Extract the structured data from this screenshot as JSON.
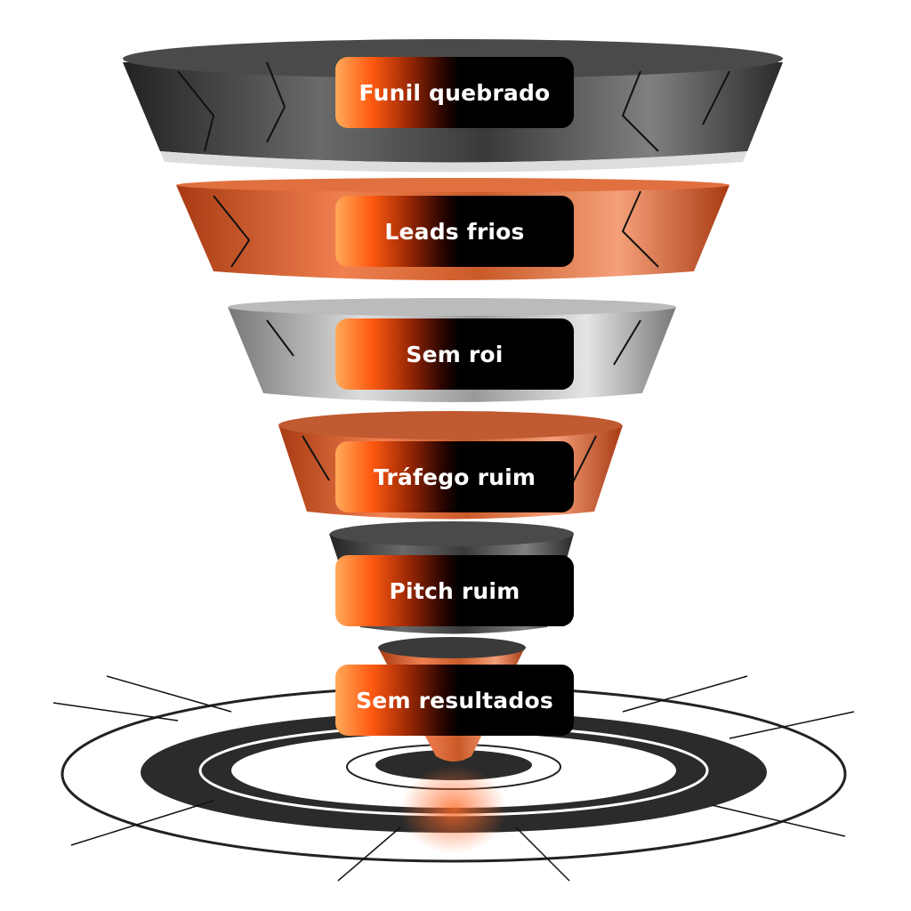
{
  "title": "Funil quebrado",
  "stages": [
    {
      "label": "Funil quebrado",
      "color": "#3a3a3a"
    },
    {
      "label": "Leads frios",
      "color": "#d9622c"
    },
    {
      "label": "Sem roi",
      "color": "#9a9a9a"
    },
    {
      "label": "Tráfego ruim",
      "color": "#d9622c"
    },
    {
      "label": "Pitch ruim",
      "color": "#2e2e2e"
    },
    {
      "label": "Sem resultados",
      "color": "#c9501e"
    }
  ],
  "colors": {
    "accent": "#ff5a12",
    "dark": "#000000",
    "target": "#2b2b2b"
  }
}
